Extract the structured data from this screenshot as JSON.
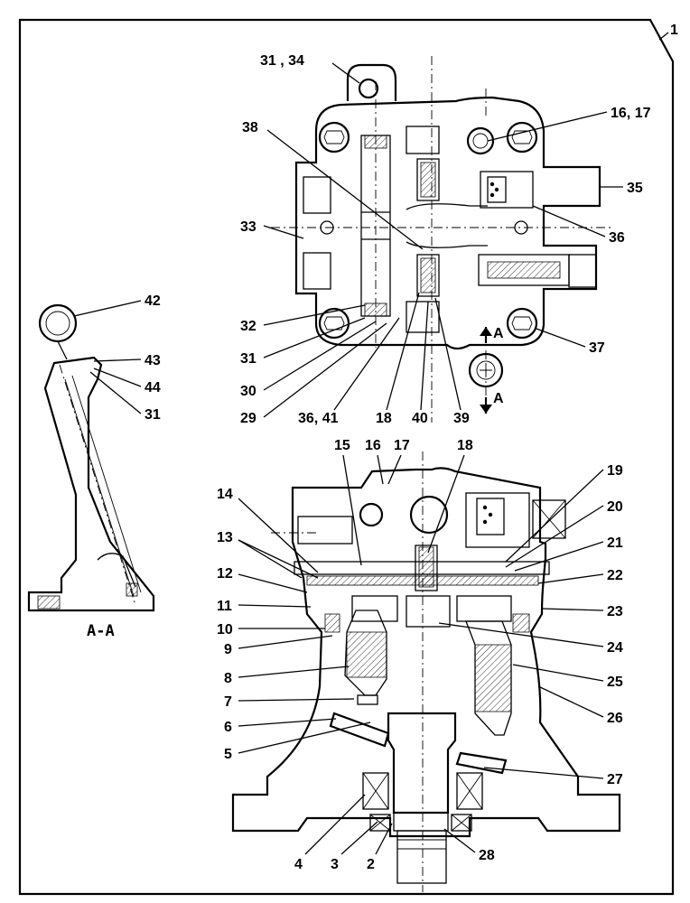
{
  "frame_label": "1",
  "section_label": "A-A",
  "section_marks": [
    "A",
    "A"
  ],
  "top_view_labels": {
    "l31_34": "31 , 34",
    "l16_17": "16, 17",
    "l38": "38",
    "l35": "35",
    "l33": "33",
    "l36": "36",
    "l32": "32",
    "l37": "37",
    "l31": "31",
    "l30": "30",
    "l29": "29",
    "l36_41": "36, 41",
    "l18": "18",
    "l40": "40",
    "l39": "39"
  },
  "section_view_labels": {
    "l42": "42",
    "l43": "43",
    "l44": "44",
    "l31": "31"
  },
  "side_view_labels": {
    "l15": "15",
    "l16": "16",
    "l17": "17",
    "l18": "18",
    "l19": "19",
    "l14": "14",
    "l20": "20",
    "l13": "13",
    "l21": "21",
    "l12": "12",
    "l22": "22",
    "l11": "11",
    "l23": "23",
    "l10": "10",
    "l9": "9",
    "l24": "24",
    "l8": "8",
    "l25": "25",
    "l7": "7",
    "l26": "26",
    "l6": "6",
    "l5": "5",
    "l27": "27",
    "l4": "4",
    "l3": "3",
    "l2": "2",
    "l28": "28"
  }
}
